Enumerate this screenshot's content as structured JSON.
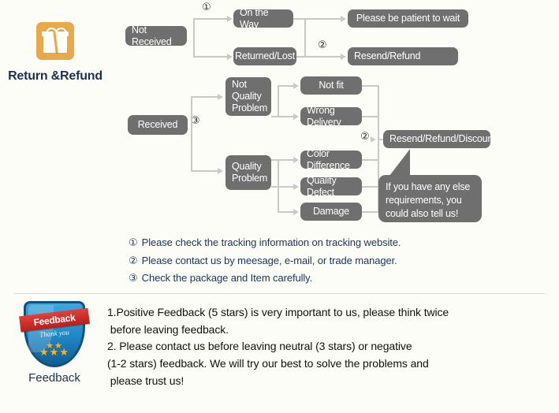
{
  "brand": {
    "icon": "gift-icon",
    "title": "Return &Refund"
  },
  "flowchart": {
    "nodes": [
      {
        "id": "not-received",
        "label": "Not Received"
      },
      {
        "id": "on-the-way",
        "label": "On the Way"
      },
      {
        "id": "returned-lost",
        "label": "Returned/Lost"
      },
      {
        "id": "please-wait",
        "label": "Please be patient to wait"
      },
      {
        "id": "resend-refund",
        "label": "Resend/Refund"
      },
      {
        "id": "received",
        "label": "Received"
      },
      {
        "id": "not-quality",
        "label": "Not\nQuality\nProblem"
      },
      {
        "id": "quality",
        "label": "Quality\nProblem"
      },
      {
        "id": "not-fit",
        "label": "Not fit"
      },
      {
        "id": "wrong-delivery",
        "label": "Wrong Delivery"
      },
      {
        "id": "color-diff",
        "label": "Color Difference"
      },
      {
        "id": "quality-defect",
        "label": "Quality Defect"
      },
      {
        "id": "damage",
        "label": "Damage"
      },
      {
        "id": "resend-refund-discount",
        "label": "Resend/Refund/Discount"
      }
    ],
    "markers": {
      "m1": "①",
      "m2a": "②",
      "m2b": "②",
      "m3": "③"
    },
    "bubble": "If you have any else requirements, you could also tell us!"
  },
  "notes": [
    {
      "num": "①",
      "text": "Please check the tracking information on tracking website."
    },
    {
      "num": "②",
      "text": "Please contact us by meesage, e-mail, or trade manager."
    },
    {
      "num": "③",
      "text": "Check the package and Item carefully."
    }
  ],
  "feedback": {
    "badge": {
      "ribbon_text": "Feedback",
      "thank_you": "Thank you",
      "stars_top": "★★",
      "stars_bottom": "★★★"
    },
    "label": "Feedback",
    "lines": [
      "1.Positive Feedback (5 stars) is very important to us, please think twice",
      " before leaving feedback.",
      "2. Please contact us before leaving neutral (3 stars) or negative",
      "(1-2 stars) feedback. We will try our best to solve the problems and",
      " please trust us!"
    ]
  },
  "colors": {
    "node_bg": "#6f6f6f",
    "accent_orange": "#e8a94a",
    "title_blue": "#1e3050",
    "note_blue": "#1c3359",
    "line_gray": "#c9c9c9",
    "background": "#fdfdf7"
  }
}
